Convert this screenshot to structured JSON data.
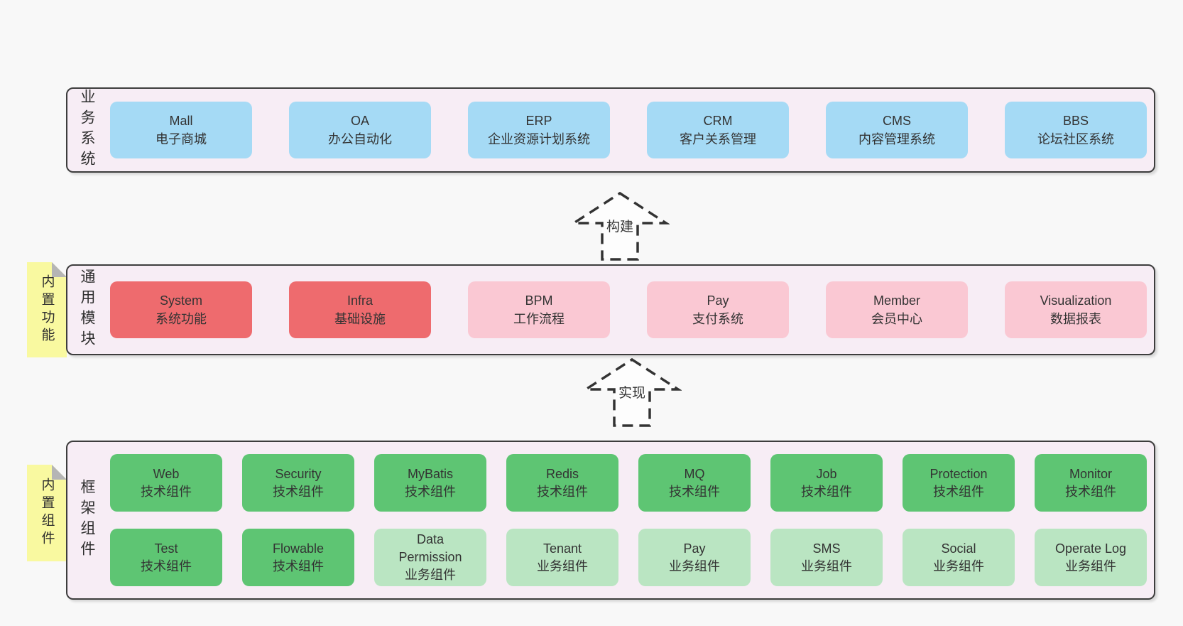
{
  "page": {
    "background": "#f8f8f8"
  },
  "colors": {
    "panel_bg": "#f7edf5",
    "panel_border": "#3d3d3d",
    "blue": "#a5daf5",
    "red": "#ee6b6e",
    "pink": "#fac8d3",
    "green": "#5ec573",
    "light_green": "#bae5c2",
    "note_yellow": "#f9f9a0",
    "note_fold": "#b5b5b5",
    "text": "#333333"
  },
  "arrows": [
    {
      "label": "构建"
    },
    {
      "label": "实现"
    }
  ],
  "layers": [
    {
      "id": "business",
      "label": "业务系统",
      "note": null,
      "rows": [
        [
          {
            "name": "Mall",
            "desc": "电子商城",
            "variant": "blue"
          },
          {
            "name": "OA",
            "desc": "办公自动化",
            "variant": "blue"
          },
          {
            "name": "ERP",
            "desc": "企业资源计划系统",
            "variant": "blue"
          },
          {
            "name": "CRM",
            "desc": "客户关系管理",
            "variant": "blue"
          },
          {
            "name": "CMS",
            "desc": "内容管理系统",
            "variant": "blue"
          },
          {
            "name": "BBS",
            "desc": "论坛社区系统",
            "variant": "blue"
          }
        ]
      ]
    },
    {
      "id": "modules",
      "label": "通用模块",
      "note": "内置功能",
      "rows": [
        [
          {
            "name": "System",
            "desc": "系统功能",
            "variant": "red"
          },
          {
            "name": "Infra",
            "desc": "基础设施",
            "variant": "red"
          },
          {
            "name": "BPM",
            "desc": "工作流程",
            "variant": "pink"
          },
          {
            "name": "Pay",
            "desc": "支付系统",
            "variant": "pink"
          },
          {
            "name": "Member",
            "desc": "会员中心",
            "variant": "pink"
          },
          {
            "name": "Visualization",
            "desc": "数据报表",
            "variant": "pink"
          }
        ]
      ]
    },
    {
      "id": "components",
      "label": "框架组件",
      "note": "内置组件",
      "rows": [
        [
          {
            "name": "Web",
            "desc": "技术组件",
            "variant": "green"
          },
          {
            "name": "Security",
            "desc": "技术组件",
            "variant": "green"
          },
          {
            "name": "MyBatis",
            "desc": "技术组件",
            "variant": "green"
          },
          {
            "name": "Redis",
            "desc": "技术组件",
            "variant": "green"
          },
          {
            "name": "MQ",
            "desc": "技术组件",
            "variant": "green"
          },
          {
            "name": "Job",
            "desc": "技术组件",
            "variant": "green"
          },
          {
            "name": "Protection",
            "desc": "技术组件",
            "variant": "green"
          },
          {
            "name": "Monitor",
            "desc": "技术组件",
            "variant": "green"
          }
        ],
        [
          {
            "name": "Test",
            "desc": "技术组件",
            "variant": "green"
          },
          {
            "name": "Flowable",
            "desc": "技术组件",
            "variant": "green"
          },
          {
            "name": "Data Permission",
            "desc": "业务组件",
            "variant": "lightgreen"
          },
          {
            "name": "Tenant",
            "desc": "业务组件",
            "variant": "lightgreen"
          },
          {
            "name": "Pay",
            "desc": "业务组件",
            "variant": "lightgreen"
          },
          {
            "name": "SMS",
            "desc": "业务组件",
            "variant": "lightgreen"
          },
          {
            "name": "Social",
            "desc": "业务组件",
            "variant": "lightgreen"
          },
          {
            "name": "Operate Log",
            "desc": "业务组件",
            "variant": "lightgreen"
          }
        ]
      ]
    }
  ]
}
